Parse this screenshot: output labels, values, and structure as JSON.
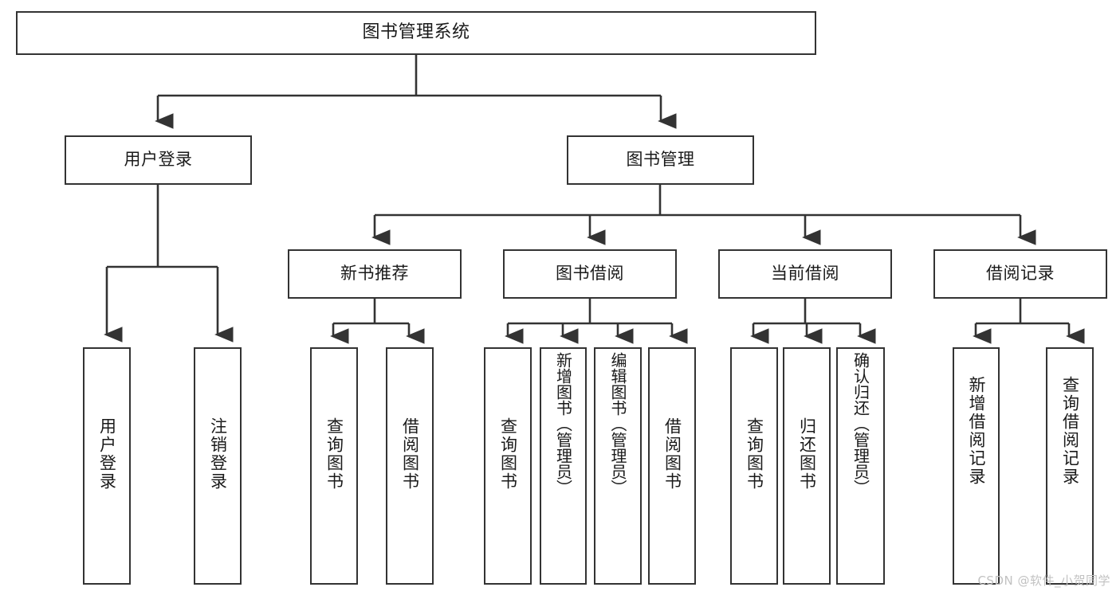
{
  "diagram": {
    "type": "hierarchy-tree",
    "title": "图书管理系统",
    "stroke_color": "#333333",
    "text_color": "#1a1a1a",
    "background_color": "#ffffff",
    "nodes": {
      "root": {
        "label": "图书管理系统"
      },
      "level2": [
        {
          "id": "user-login",
          "label": "用户登录"
        },
        {
          "id": "book-manage",
          "label": "图书管理"
        }
      ],
      "level3": [
        {
          "id": "new-book-recommend",
          "label": "新书推荐"
        },
        {
          "id": "book-borrow",
          "label": "图书借阅"
        },
        {
          "id": "current-borrow",
          "label": "当前借阅"
        },
        {
          "id": "borrow-record",
          "label": "借阅记录"
        }
      ],
      "leaves": [
        {
          "id": "leaf-user-login",
          "label": "用户登录",
          "parent": "user-login"
        },
        {
          "id": "leaf-logout",
          "label": "注销登录",
          "parent": "user-login"
        },
        {
          "id": "leaf-query-book-1",
          "label": "查询图书",
          "parent": "new-book-recommend"
        },
        {
          "id": "leaf-borrow-book-1",
          "label": "借阅图书",
          "parent": "new-book-recommend"
        },
        {
          "id": "leaf-query-book-2",
          "label": "查询图书",
          "parent": "book-borrow"
        },
        {
          "id": "leaf-add-book",
          "label": "新增图书（管理员）",
          "parent": "book-borrow"
        },
        {
          "id": "leaf-edit-book",
          "label": "编辑图书（管理员）",
          "parent": "book-borrow"
        },
        {
          "id": "leaf-borrow-book-2",
          "label": "借阅图书",
          "parent": "book-borrow"
        },
        {
          "id": "leaf-query-book-3",
          "label": "查询图书",
          "parent": "current-borrow"
        },
        {
          "id": "leaf-return-book",
          "label": "归还图书",
          "parent": "current-borrow"
        },
        {
          "id": "leaf-confirm-return",
          "label": "确认归还（管理员）",
          "parent": "current-borrow"
        },
        {
          "id": "leaf-add-record",
          "label": "新增借阅记录",
          "parent": "borrow-record"
        },
        {
          "id": "leaf-query-record",
          "label": "查询借阅记录",
          "parent": "borrow-record"
        }
      ]
    }
  },
  "watermark": {
    "text": "CSDN @软件_小贺同学"
  }
}
